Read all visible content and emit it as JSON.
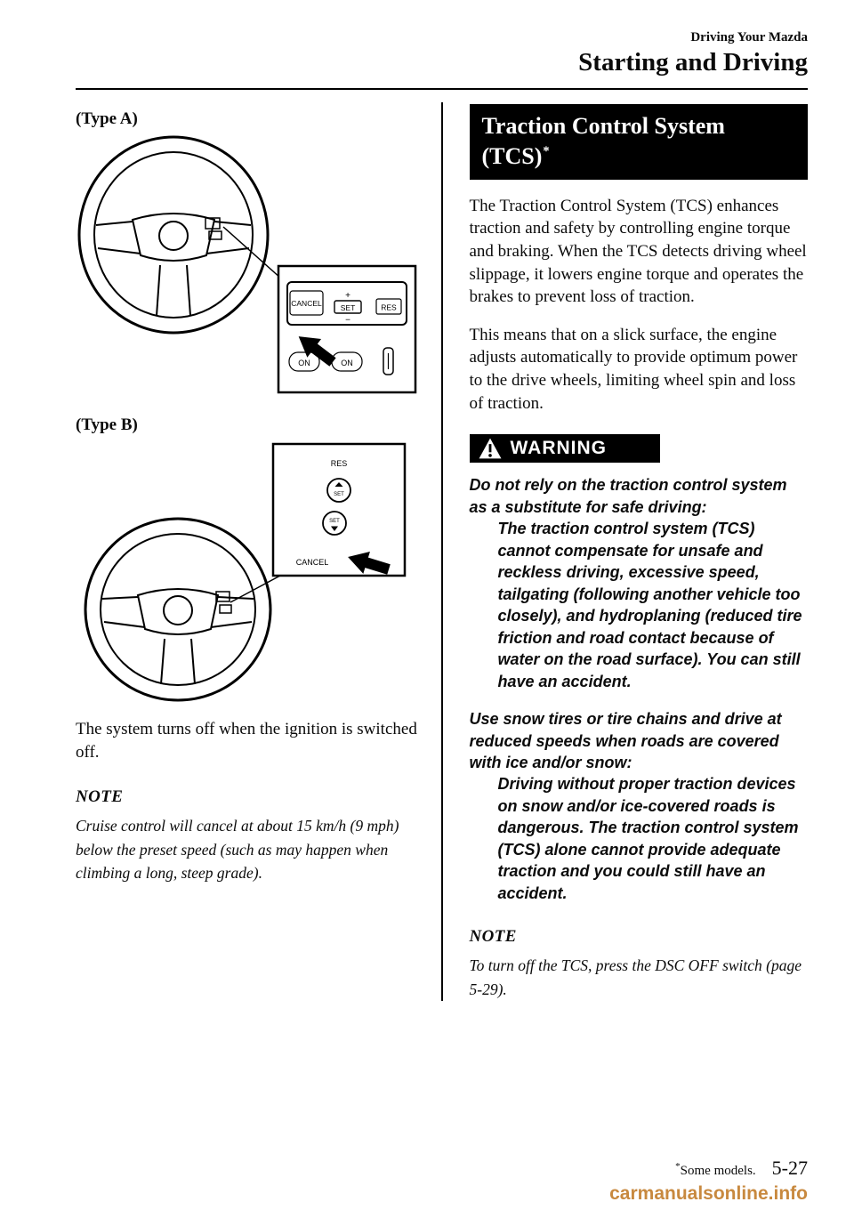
{
  "colors": {
    "watermark-color": "#c8893f",
    "banner-bg": "#000000",
    "banner-fg": "#ffffff"
  },
  "header": {
    "section": "Driving Your Mazda",
    "title": "Starting and Driving"
  },
  "left": {
    "type_a_label": "(Type A)",
    "type_b_label": "(Type B)",
    "figure_a": {
      "cancel": "CANCEL",
      "plus": "+",
      "set": "SET",
      "minus": "−",
      "res": "RES",
      "on_left": "ON",
      "on_right": "ON"
    },
    "figure_b": {
      "res": "RES",
      "set_up": "SET",
      "set_down": "SET",
      "cancel": "CANCEL"
    },
    "body": "The system turns off when the ignition is switched off.",
    "note_heading": "NOTE",
    "note_body": "Cruise control will cancel at about 15 km/h (9 mph) below the preset speed (such as may happen when climbing a long, steep grade)."
  },
  "right": {
    "section_title_line1": "Traction Control System",
    "section_title_line2": "(TCS)",
    "asterisk": "*",
    "para1": "The Traction Control System (TCS) enhances traction and safety by controlling engine torque and braking. When the TCS detects driving wheel slippage, it lowers engine torque and operates the brakes to prevent loss of traction.",
    "para2": "This means that on a slick surface, the engine adjusts automatically to provide optimum power to the drive wheels, limiting wheel spin and loss of traction.",
    "warning_label": "WARNING",
    "warning1_lead": "Do not rely on the traction control system as a substitute for safe driving:",
    "warning1_body": "The traction control system (TCS) cannot compensate for unsafe and reckless driving, excessive speed, tailgating (following another vehicle too closely), and hydroplaning (reduced tire friction and road contact because of water on the road surface). You can still have an accident.",
    "warning2_lead": "Use snow tires or tire chains and drive at reduced speeds when roads are covered with ice and/or snow:",
    "warning2_body": "Driving without proper traction devices on snow and/or ice-covered roads is dangerous. The traction control system (TCS) alone cannot provide adequate traction and you could still have an accident.",
    "note_heading": "NOTE",
    "note_body": "To turn off the TCS, press the DSC OFF switch (page 5-29)."
  },
  "footer": {
    "asterisk": "*",
    "footnote": "Some models.",
    "page_number": "5-27",
    "watermark": "carmanualsonline.info"
  }
}
